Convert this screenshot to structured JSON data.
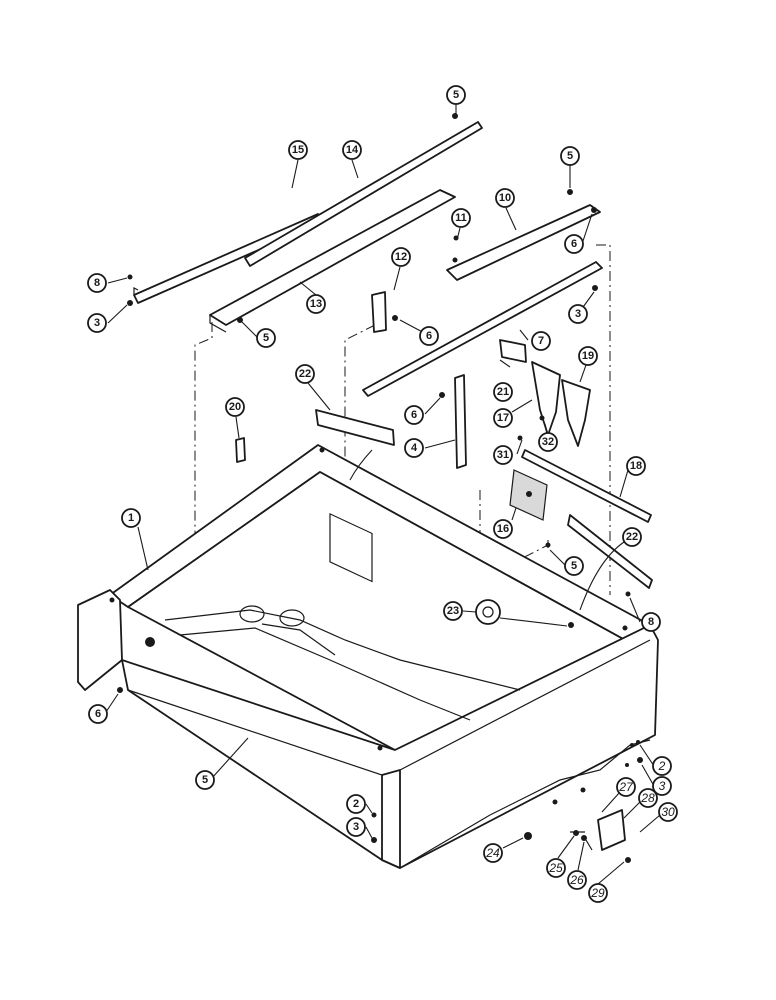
{
  "callouts": [
    {
      "label": "1"
    },
    {
      "label": "2"
    },
    {
      "label": "2"
    },
    {
      "label": "3"
    },
    {
      "label": "3"
    },
    {
      "label": "3"
    },
    {
      "label": "3"
    },
    {
      "label": "4"
    },
    {
      "label": "5"
    },
    {
      "label": "5"
    },
    {
      "label": "5"
    },
    {
      "label": "5"
    },
    {
      "label": "5"
    },
    {
      "label": "6"
    },
    {
      "label": "6"
    },
    {
      "label": "6"
    },
    {
      "label": "6"
    },
    {
      "label": "7"
    },
    {
      "label": "8"
    },
    {
      "label": "8"
    },
    {
      "label": "10"
    },
    {
      "label": "11"
    },
    {
      "label": "12"
    },
    {
      "label": "13"
    },
    {
      "label": "14"
    },
    {
      "label": "15"
    },
    {
      "label": "16"
    },
    {
      "label": "17"
    },
    {
      "label": "18"
    },
    {
      "label": "19"
    },
    {
      "label": "20"
    },
    {
      "label": "21"
    },
    {
      "label": "22"
    },
    {
      "label": "22"
    },
    {
      "label": "23"
    },
    {
      "label": "24"
    },
    {
      "label": "25"
    },
    {
      "label": "26"
    },
    {
      "label": "27"
    },
    {
      "label": "28"
    },
    {
      "label": "29"
    },
    {
      "label": "30"
    },
    {
      "label": "31"
    },
    {
      "label": "32"
    }
  ]
}
